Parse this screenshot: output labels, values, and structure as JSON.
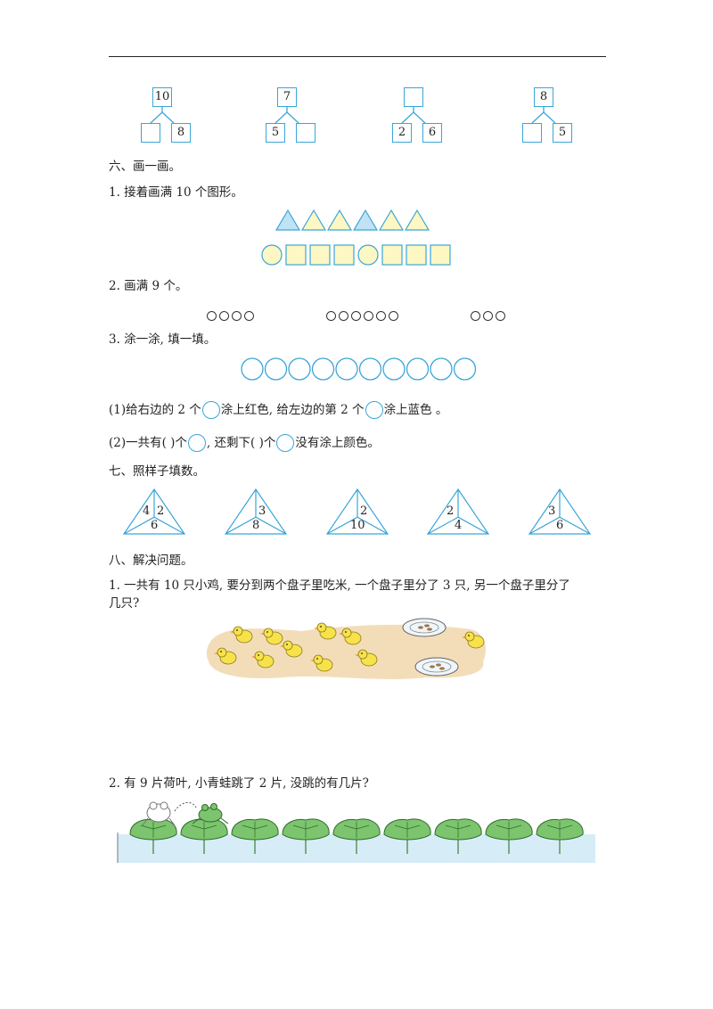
{
  "decomp": [
    {
      "top": "10",
      "left": "",
      "right": "8"
    },
    {
      "top": "7",
      "left": "5",
      "right": ""
    },
    {
      "top": "",
      "left": "2",
      "right": "6"
    },
    {
      "top": "8",
      "left": "",
      "right": "5"
    }
  ],
  "section6": {
    "title": "六、画一画。",
    "q1": "1. 接着画满 10 个图形。",
    "q2": "2. 画满 9 个。",
    "q2_groups": [
      4,
      6,
      3
    ],
    "q3": "3. 涂一涂, 填一填。",
    "q3_a_part1": "(1)给右边的 2 个",
    "q3_a_part2": "涂上红色, 给左边的第 2 个",
    "q3_a_part3": "涂上蓝色  。",
    "q3_b_part1": "(2)一共有(      )个",
    "q3_b_part2": ", 还剩下(      )个",
    "q3_b_part3": "没有涂上颜色。"
  },
  "section7": {
    "title": "七、照样子填数。",
    "triangles": [
      {
        "tl": "4",
        "tr": "2",
        "bottom": "6"
      },
      {
        "tl": "",
        "tr": "3",
        "bottom": "8"
      },
      {
        "tl": "",
        "tr": "2",
        "bottom": "10"
      },
      {
        "tl": "2",
        "tr": "",
        "bottom": "4"
      },
      {
        "tl": "3",
        "tr": "",
        "bottom": "6"
      }
    ]
  },
  "section8": {
    "title": "八、解决问题。",
    "q1_line1": "1. 一共有 10 只小鸡, 要分到两个盘子里吃米, 一个盘子里分了 3 只, 另一个盘子里分了",
    "q1_line2": "几只?",
    "q2": "2. 有 9 片荷叶, 小青蛙跳了 2 片, 没跳的有几片?"
  },
  "colors": {
    "accent": "#3aa6d8",
    "fill_blue": "#bfe3f5",
    "fill_yellow": "#fdf7c3",
    "sand": "#f3ddb9",
    "water": "#d6ecf7",
    "leaf": "#7cc46e"
  }
}
